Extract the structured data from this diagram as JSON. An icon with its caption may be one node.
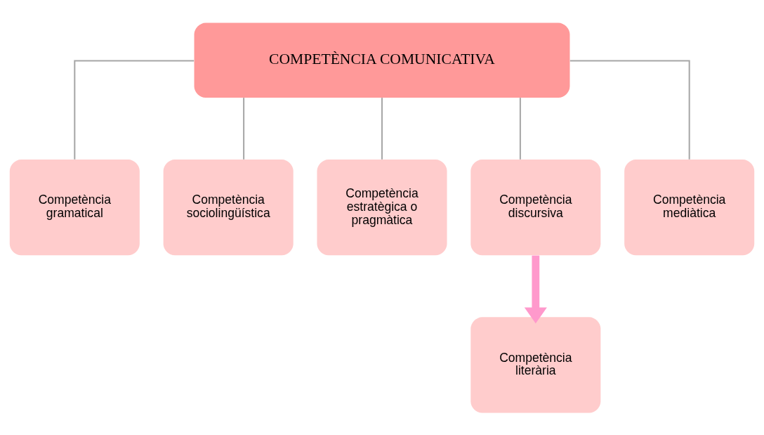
{
  "diagram": {
    "nodes": [
      {
        "text": [
          "COMPETÈNCIA COMUNICATIVA"
        ]
      },
      {
        "text": [
          "Competència gramatical"
        ]
      },
      {
        "text": [
          "Competència sociolingüística"
        ]
      },
      {
        "text": [
          "Competència estratègica o pragmàtica"
        ]
      },
      {
        "text": [
          "Competència discursiva"
        ]
      },
      {
        "text": [
          "Competència mediàtica"
        ]
      },
      {
        "text": [
          "Competència literària"
        ]
      }
    ],
    "edges": [
      {
        "from": 0,
        "to": 1,
        "arrow": "none"
      },
      {
        "from": 0,
        "to": 2,
        "arrow": "none"
      },
      {
        "from": 0,
        "to": 3,
        "arrow": "none"
      },
      {
        "from": 0,
        "to": 4,
        "arrow": "none"
      },
      {
        "from": 0,
        "to": 5,
        "arrow": "none"
      },
      {
        "from": 4,
        "to": 6,
        "arrow": "to",
        "style": "thick",
        "color": "#ff99cc"
      }
    ]
  }
}
